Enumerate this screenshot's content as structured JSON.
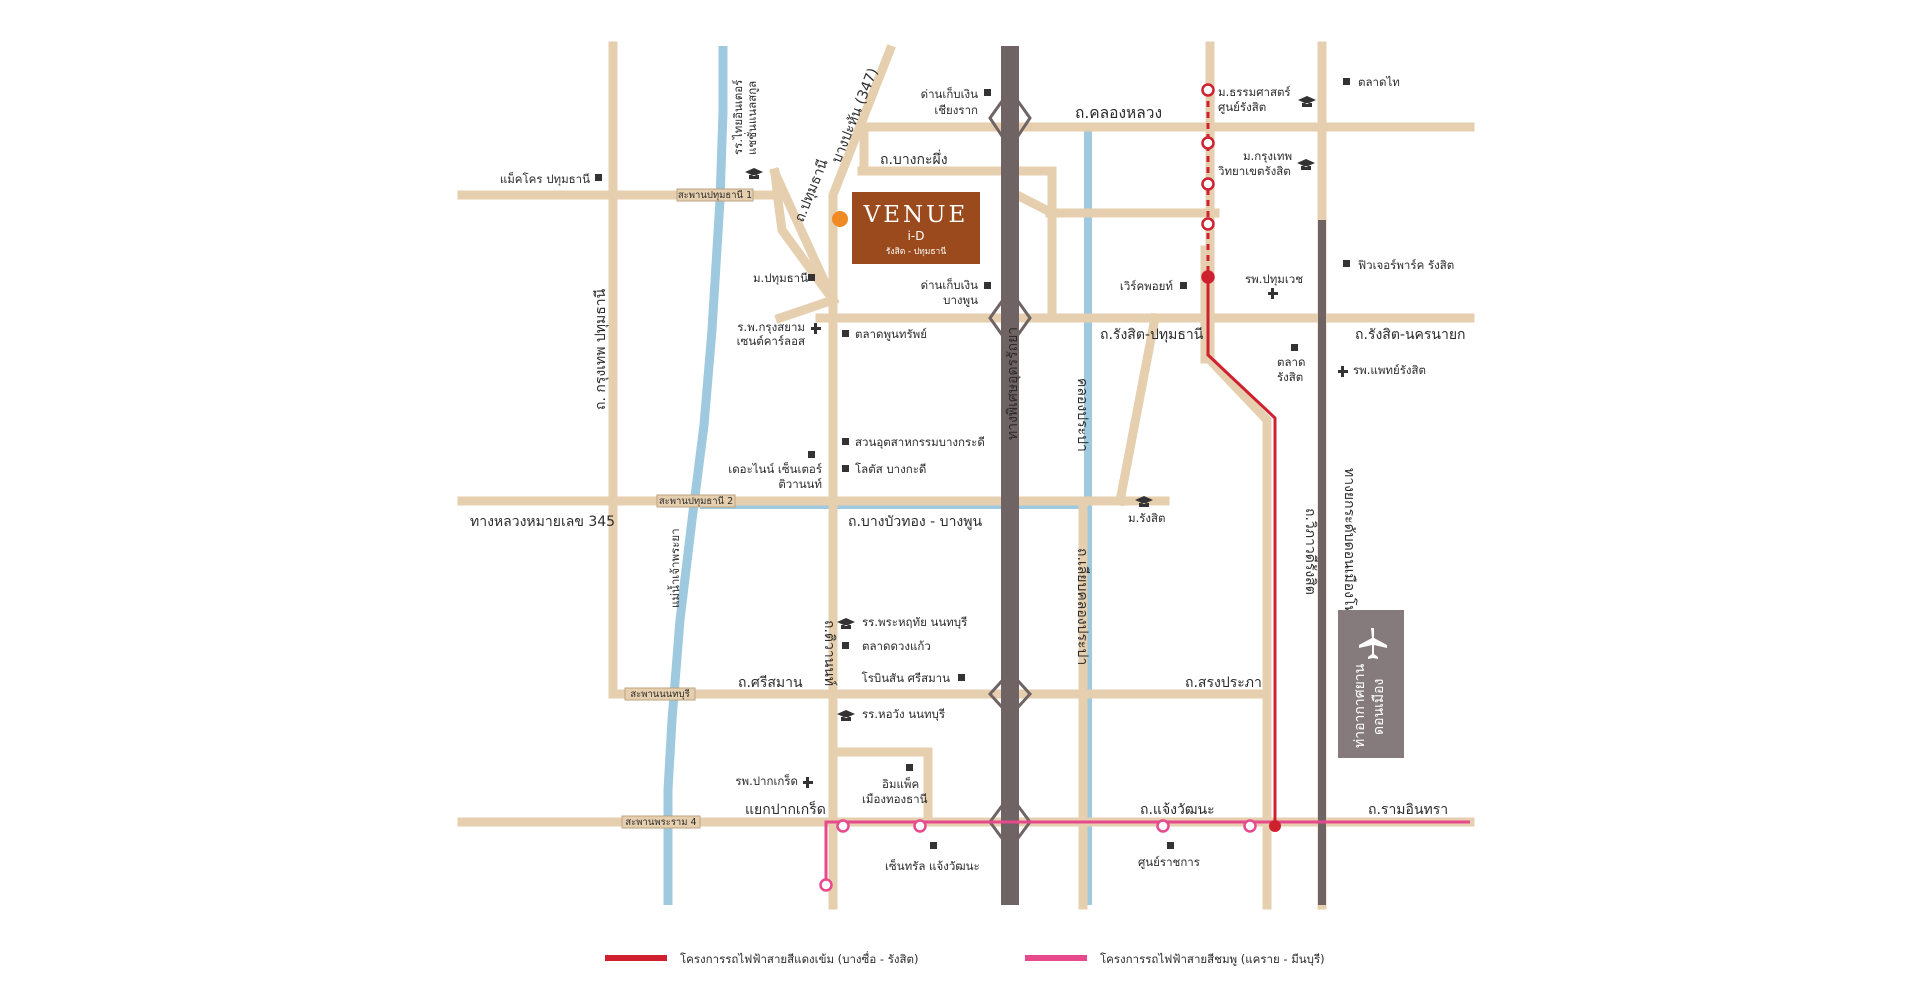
{
  "brand": {
    "name": "VENUE",
    "sub": "i-D",
    "place": "รังสิต - ปทุมธานี",
    "color": "#9a4a1c"
  },
  "colors": {
    "road": "#e6cfae",
    "expressway": "#6f6364",
    "river": "#9ec9de",
    "red_line": "#cf2030",
    "pink_line": "#e64a8c"
  },
  "roads": {
    "khlong_luang": "ถ.คลองหลวง",
    "bang_kaphueng": "ถ.บางกะผึ่ง",
    "pathum_thani_road": "ถ.ปทุมธานี",
    "bang_phun_347": "บางปะหัน (347)",
    "rangsit_pathum": "ถ.รังสิต-ปทุมธานี",
    "rangsit_nakhon_nayok": "ถ.รังสิต-นครนายก",
    "krungthep_pathum": "ถ. กรุงเทพ ปทุมธานี",
    "highway_345": "ทางหลวงหมายเลข 345",
    "bang_bua_thong": "ถ.บางบัวทอง - บางพูน",
    "tiwanon": "ถ.ติวานนท์",
    "si_saman": "ถ.ศรีสมาน",
    "songprapha": "ถ.สรงประภา",
    "chaeng_watthana": "ถ.แจ้งวัฒนะ",
    "ram_intra": "ถ.รามอินทรา",
    "pak_kret_junction": "แยกปากเกร็ด",
    "vibhavadi": "ถ.วิภาวดีรังสิต",
    "lieb_khlong_prapa": "ถ.เลียบคลองประปา",
    "uttraphimuk": "ทางพิเศษอุดรรัถยา",
    "don_mueang_tollway": "ทางยกระดับดอนเมืองโทลล์เวย์",
    "khlong_prapa": "คลองประปา",
    "chao_phraya": "แม่น้ำเจ้าพระยา"
  },
  "bridges": {
    "pathum_1": "สะพานปทุมธานี 1",
    "pathum_2": "สะพานปทุมธานี 2",
    "nonthaburi": "สะพานนนทบุรี",
    "phra_ram_4": "สะพานพระราม 4"
  },
  "places": {
    "talad_thai": "ตลาดไท",
    "chiang_rak_toll_1": "ด่านเก็บเงิน",
    "chiang_rak_toll_2": "เชียงราก",
    "bang_phun_toll_1": "ด่านเก็บเงิน",
    "bang_phun_toll_2": "บางพูน",
    "makro": "แม็คโคร ปทุมธานี",
    "thai_india_school_1": "รร.ไทยอินเตอร์",
    "thai_india_school_2": "แชชั่นแนลสกูล",
    "pathumthani_univ": "ม.ปทุมธานี",
    "thammasat_1": "ม.ธรรมศาสตร์",
    "thammasat_2": "ศูนย์รังสิต",
    "bangkok_univ_1": "ม.กรุงเทพ",
    "bangkok_univ_2": "วิทยาเขตรังสิต",
    "future_park": "ฟิวเจอร์พาร์ค รังสิต",
    "worldpoint": "เวิร์คพอยท์",
    "pathumwech": "รพ.ปทุมเวช",
    "siam_hospital_1": "ร.พ.กรุงสยาม",
    "siam_hospital_2": "เซนต์คาร์ลอส",
    "talad_phun_sap": "ตลาดพูนทรัพย์",
    "talad_rangsit_1": "ตลาด",
    "talad_rangsit_2": "รังสิต",
    "phaet_rangsit": "รพ.แพทย์รังสิต",
    "suan_ut": "สวนอุตสาหกรรมบางกระดี",
    "lotus_bangkadi": "โลตัส บางกะดี",
    "the_nine_1": "เดอะไนน์ เซ็นเตอร์",
    "the_nine_2": "ติวานนท์",
    "rangsit_univ": "ม.รังสิต",
    "satriwitthaya": "รร.พระหฤทัย นนทบุรี",
    "talad_duangkaew": "ตลาดดวงแก้ว",
    "robinson": "โรบินสัน ศรีสมาน",
    "horwang": "รร.หอวัง นนทบุรี",
    "pakkret_hospital": "รพ.ปากเกร็ด",
    "impact_1": "อิมแพ็ค",
    "impact_2": "เมืองทองธานี",
    "central_cw": "เซ็นทรัล แจ้งวัฒนะ",
    "govt_center": "ศูนย์ราชการ"
  },
  "airport": {
    "name_1": "ท่าอากาศยาน",
    "name_2": "ดอนเมือง",
    "icon": "airplane-icon"
  },
  "legend": {
    "red_line": "โครงการรถไฟฟ้าสายสีแดงเข้ม (บางซื่อ - รังสิต)",
    "pink_line": "โครงการรถไฟฟ้าสายสีชมพู (แคราย - มีนบุรี)"
  }
}
